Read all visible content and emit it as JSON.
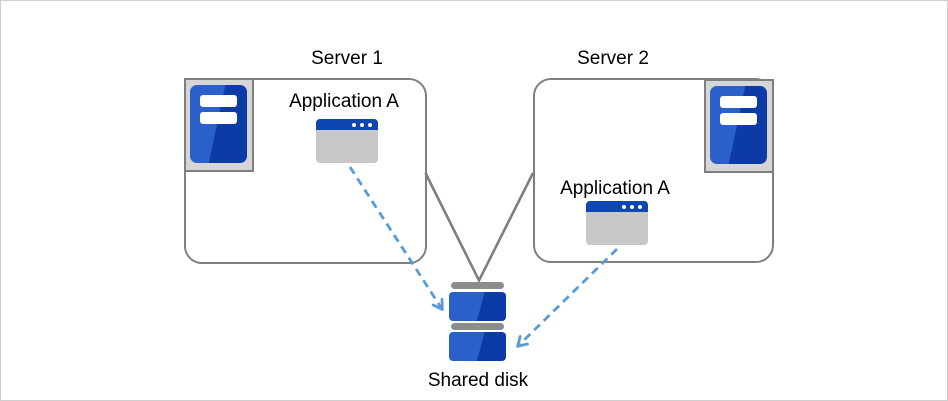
{
  "diagram": {
    "type": "cluster-shared-disk-diagram",
    "nodes": {
      "server1": {
        "label": "Server 1",
        "icon": "server-tower-icon",
        "app": {
          "label": "Application A",
          "icon": "application-window-icon"
        }
      },
      "server2": {
        "label": "Server 2",
        "icon": "server-tower-icon",
        "app": {
          "label": "Application A",
          "icon": "application-window-icon"
        }
      },
      "shared_disk": {
        "label": "Shared disk",
        "icon": "disk-stack-icon"
      }
    },
    "connections": [
      {
        "from": "server1",
        "to": "shared_disk",
        "style": "solid-gray-line"
      },
      {
        "from": "server2",
        "to": "shared_disk",
        "style": "solid-gray-line"
      },
      {
        "from": "server1.app",
        "to": "shared_disk",
        "style": "dashed-blue-arrow"
      },
      {
        "from": "server2.app",
        "to": "shared_disk",
        "style": "dashed-blue-arrow"
      }
    ],
    "colors": {
      "connector_gray": "#7f7f7f",
      "box_border_gray": "#7f7f7f",
      "icon_frame_gray": "#d6d6d6",
      "server_blue_light": "#2b60cb",
      "server_blue_dark": "#0c3aa6",
      "app_titlebar_blue": "#0f47b2",
      "app_body_gray": "#c8c8c8",
      "disk_bar_gray": "#8c8c8c",
      "arrow_dashed_blue": "#5b9bd5",
      "label_text": "#000000",
      "canvas_border": "#cfcfcf"
    }
  }
}
